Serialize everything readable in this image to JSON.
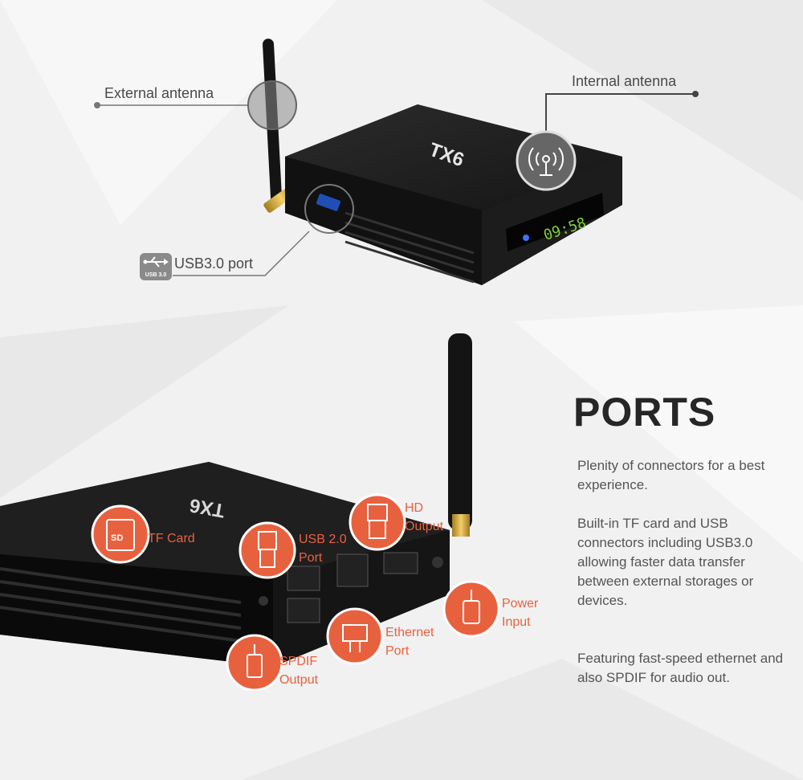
{
  "callouts_top": {
    "external_antenna": "External antenna",
    "internal_antenna": "Internal antenna",
    "usb3_port": "USB3.0 port",
    "usb_badge": "USB 3.0"
  },
  "device": {
    "logo": "TX6",
    "clock": "09:58"
  },
  "callouts_bottom": {
    "tf_card": "TF Card",
    "sd_icon": "SD",
    "usb2_port": "USB 2.0 Port",
    "hd_output": "HD Output",
    "ethernet_port": "Ethernet Port",
    "power_input": "Power Input",
    "spdif_output": "SPDIF Output"
  },
  "ports_section": {
    "heading": "PORTS",
    "paragraphs": [
      "Plenity of connectors for a best experience.",
      "Built-in TF card and USB connectors including USB3.0 allowing faster data transfer between external storages or devices.",
      "Featuring fast-speed ethernet and also SPDIF for audio out."
    ]
  },
  "colors": {
    "accent": "#e8613f",
    "device": "#1b1b1b",
    "clock_digits": "#7fd13a",
    "background": "#f1f1f2"
  },
  "icons": [
    "antenna-zoom-icon",
    "wifi-antenna-icon",
    "usb-icon",
    "sd-card-icon",
    "usb-plug-icon",
    "hdmi-plug-icon",
    "ethernet-icon",
    "power-plug-icon",
    "audio-plug-icon"
  ]
}
